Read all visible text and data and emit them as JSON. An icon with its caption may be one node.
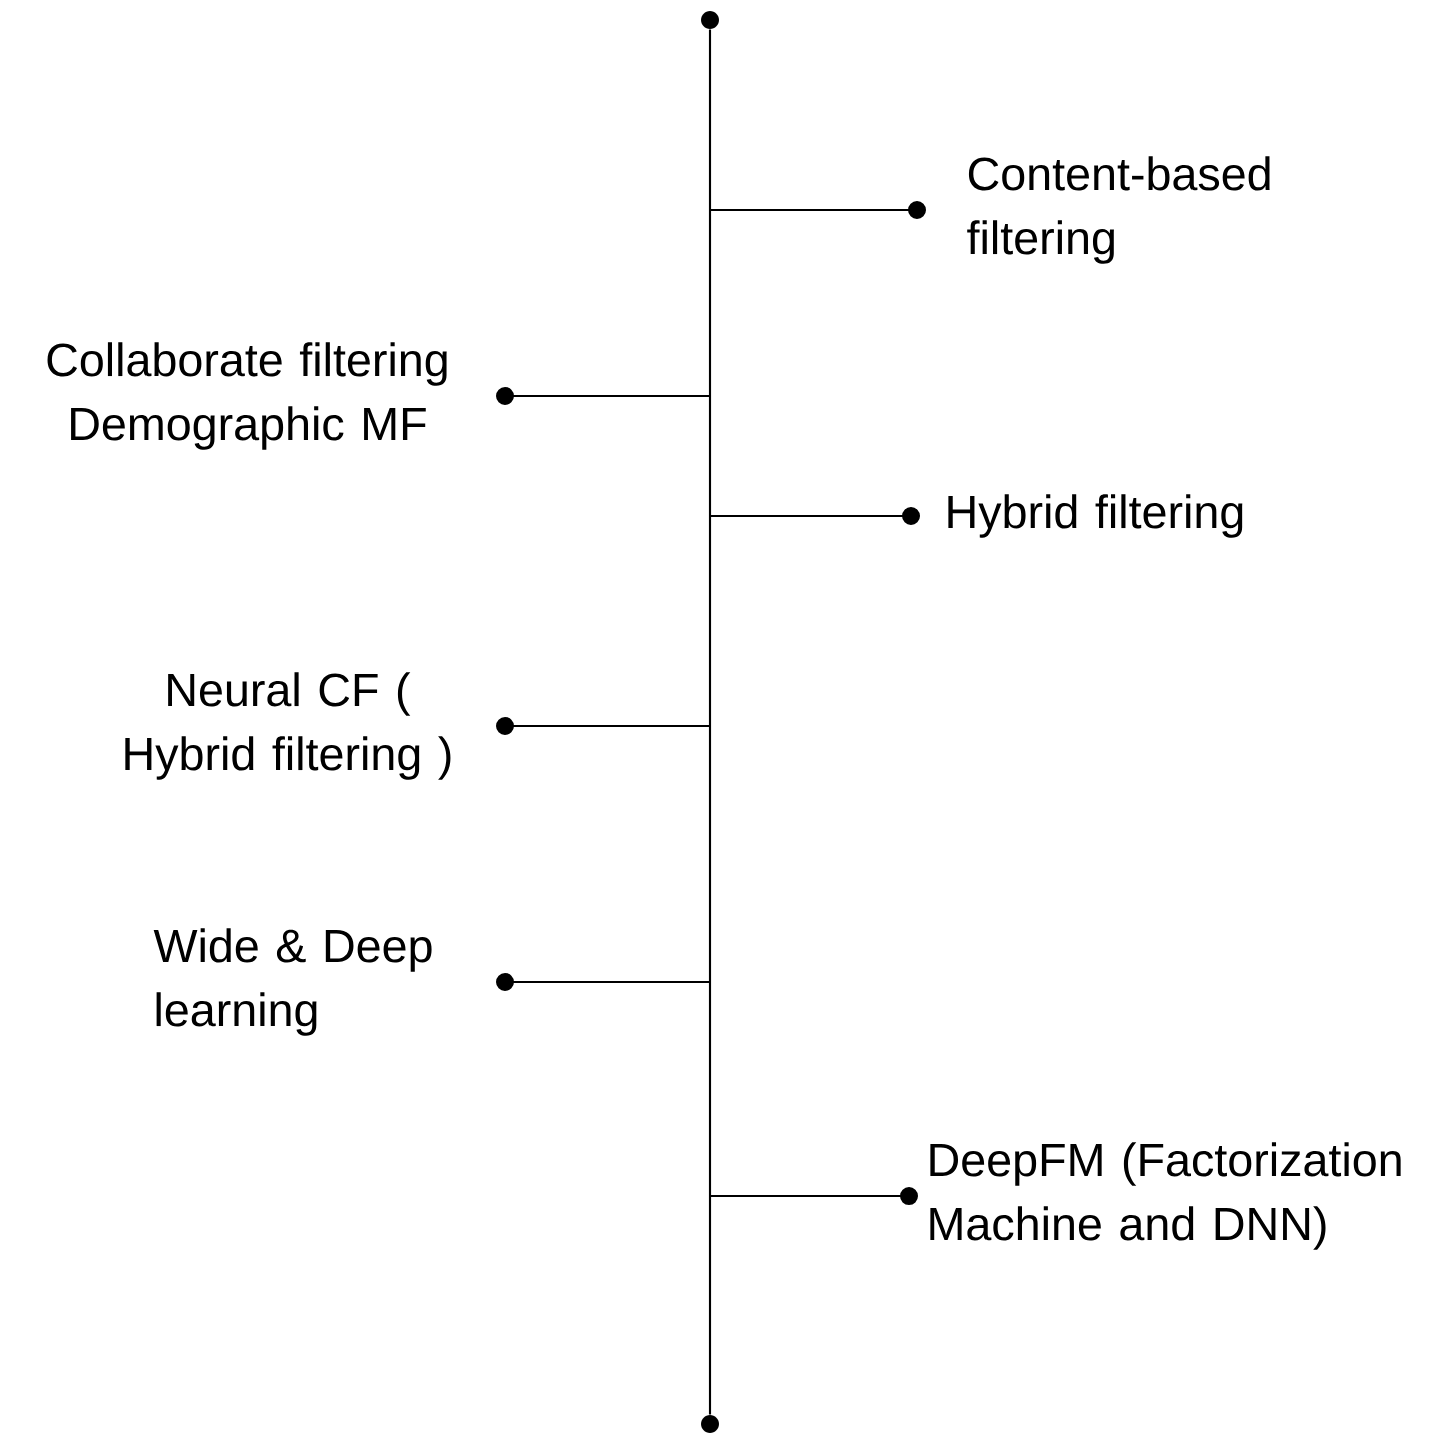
{
  "diagram": {
    "nodes": [
      {
        "text": [],
        "shape": "circle"
      },
      {
        "text": [
          "Content-based filtering"
        ]
      },
      {
        "text": [
          "Collaborate filtering Demographic MF"
        ]
      },
      {
        "text": [
          "Hybrid filtering"
        ]
      },
      {
        "text": [
          "Neural CF ( Hybrid filtering )"
        ]
      },
      {
        "text": [
          "Wide & Deep learning"
        ]
      },
      {
        "text": [
          "DeepFM (Factorization Machine and DNN)"
        ]
      },
      {
        "text": [],
        "shape": "circle"
      }
    ],
    "edges": [
      {
        "from": 0,
        "to": 7,
        "arrow": "none"
      },
      {
        "from": 1,
        "to": null,
        "arrow": "other"
      },
      {
        "from": 2,
        "to": null,
        "arrow": "other"
      },
      {
        "from": 3,
        "to": null,
        "arrow": "other"
      },
      {
        "from": 4,
        "to": null,
        "arrow": "other"
      },
      {
        "from": 5,
        "to": null,
        "arrow": "other"
      },
      {
        "from": 6,
        "to": null,
        "arrow": "other"
      }
    ]
  }
}
